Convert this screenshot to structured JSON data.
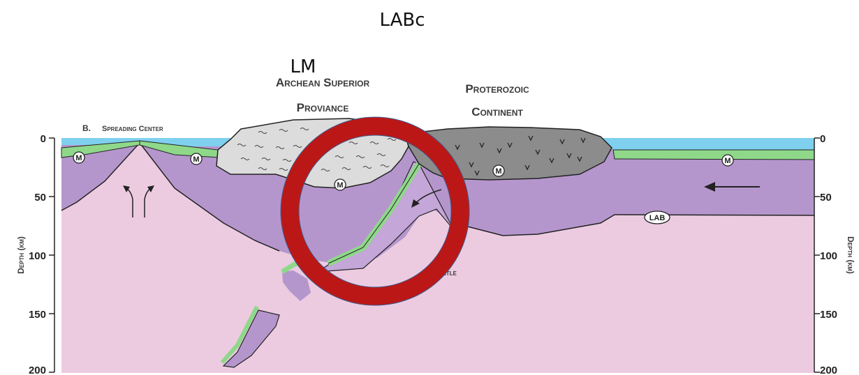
{
  "overlay": {
    "top_label": "LABc",
    "lm_label": "LM"
  },
  "labels": {
    "panel": "B.",
    "spreading_center": "Spreading Center",
    "archean_line1": "Archean Superior",
    "archean_line2": "Proviance",
    "proterozoic_line1": "Proterozoic",
    "proterozoic_line2": "Continent",
    "mantle": "Mantle",
    "lab": "LAB",
    "moho": "M"
  },
  "axes": {
    "left_title": "Depth (km)",
    "right_title": "Depth (km)",
    "ticks": [
      "0",
      "50",
      "100",
      "150",
      "200"
    ]
  },
  "colors": {
    "ocean": "#7fd0ee",
    "crust": "#8fd88a",
    "lithosphere": "#b596cc",
    "asthenosphere": "#eccbe1",
    "archean": "#dcdcdc",
    "proterozoic": "#8c8c8c",
    "ring": "#bc1717",
    "ring_outline": "#3b5d8f"
  }
}
